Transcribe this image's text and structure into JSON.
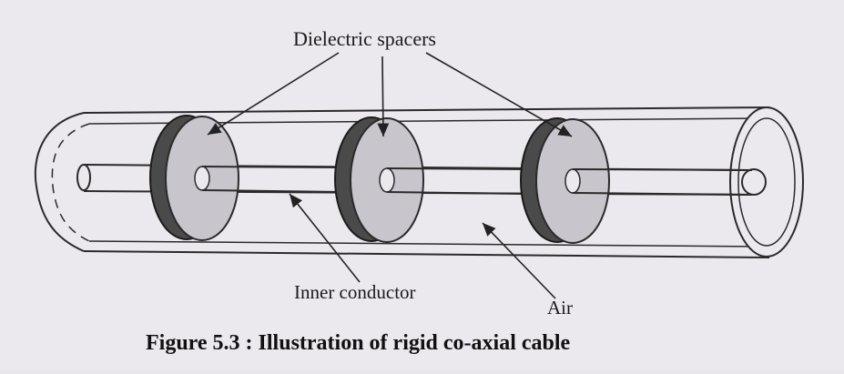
{
  "figure": {
    "labels": {
      "spacers": "Dielectric spacers",
      "inner_conductor": "Inner conductor",
      "air": "Air"
    },
    "caption": "Figure 5.3 : Illustration of rigid co-axial cable"
  },
  "colors": {
    "background": "#ebe8ee",
    "outline": "#2a2a2a",
    "spacer_face": "#c8c6cc",
    "spacer_edge": "#4a4a4a"
  }
}
